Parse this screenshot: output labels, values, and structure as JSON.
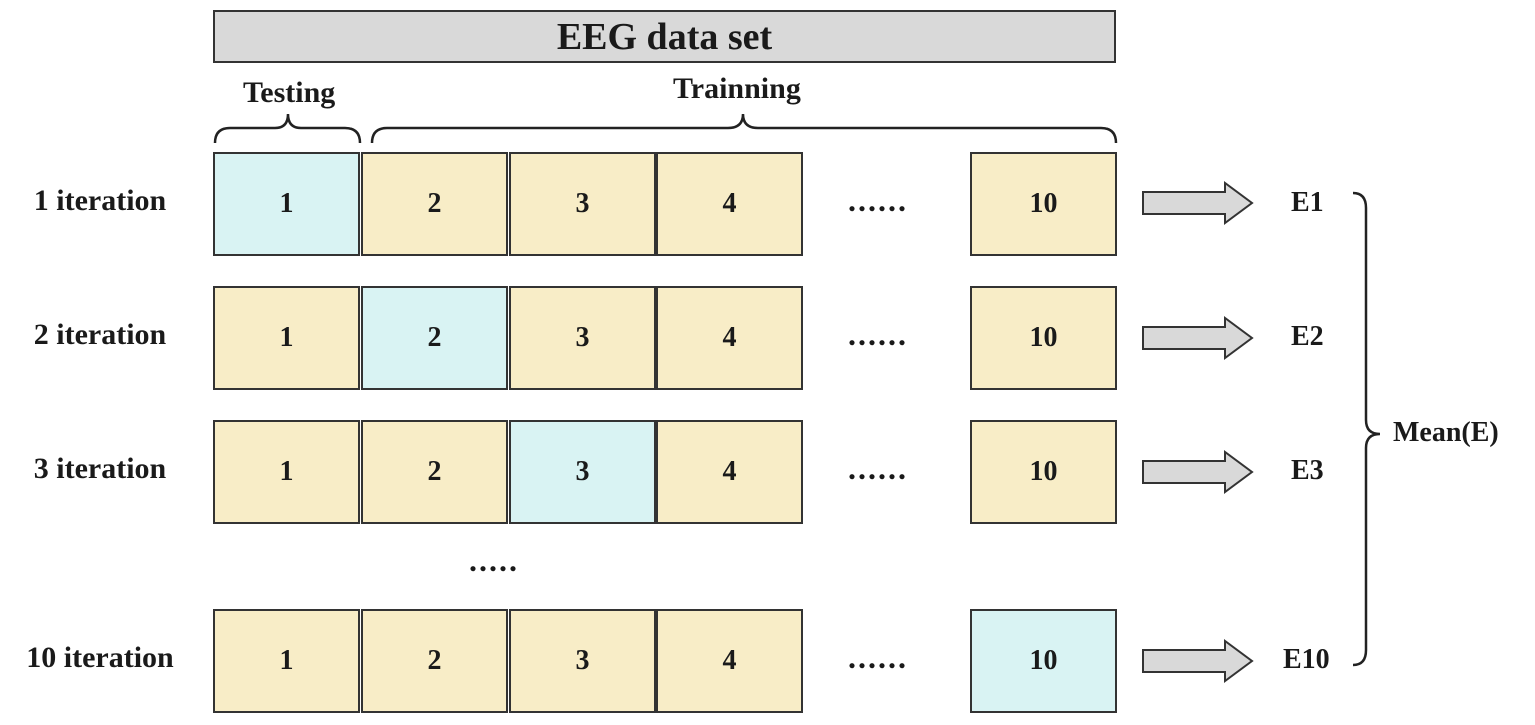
{
  "header": {
    "title": "EEG data set"
  },
  "brackets": {
    "testing_label": "Testing",
    "training_label": "Trainning"
  },
  "rows": [
    {
      "label": "1 iteration",
      "test_index": 0,
      "result": "E1"
    },
    {
      "label": "2 iteration",
      "test_index": 1,
      "result": "E2"
    },
    {
      "label": "3 iteration",
      "test_index": 2,
      "result": "E3"
    },
    {
      "label": "10 iteration",
      "test_index": 4,
      "result": "E10"
    }
  ],
  "folds": [
    "1",
    "2",
    "3",
    "4",
    "10"
  ],
  "ellipsis": "......",
  "vertical_ellipsis": ".....",
  "summary": {
    "label": "Mean(E)"
  },
  "colors": {
    "training_fill": "#f8edc7",
    "testing_fill": "#d9f3f3",
    "header_fill": "#d9d9d9"
  }
}
